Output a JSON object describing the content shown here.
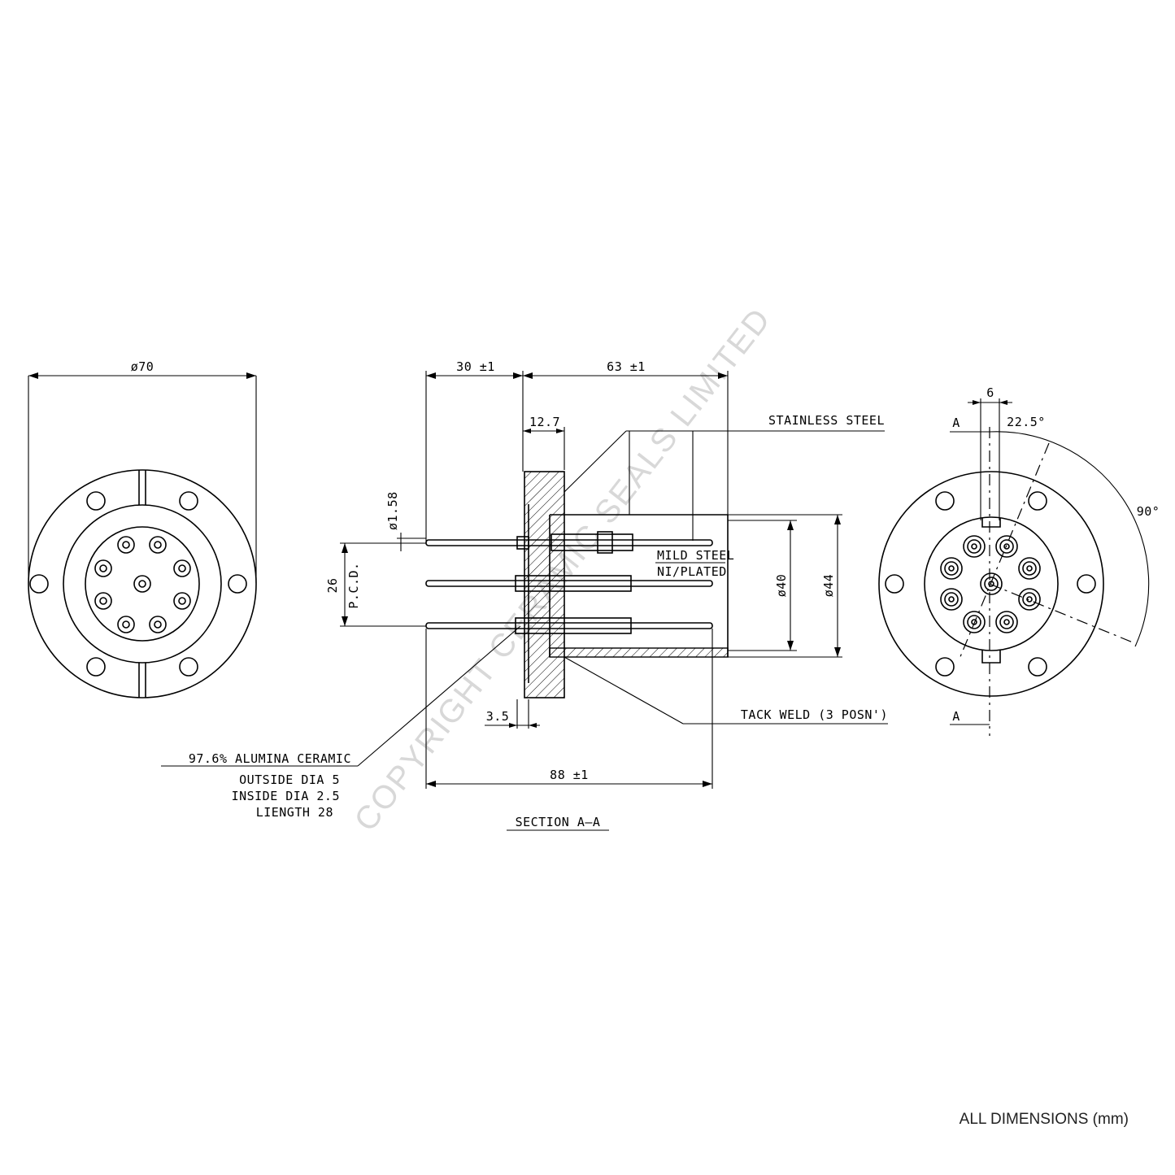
{
  "watermark": "COPYRIGHT CERAMIC SEALS LIMITED",
  "left_view": {
    "diameter_label": "ø70"
  },
  "section": {
    "dim_30": "30 ±1",
    "dim_63": "63 ±1",
    "dim_12_7": "12.7",
    "dim_d158": "ø1.58",
    "dim_26": "26",
    "pcd": "P.C.D.",
    "dim_d40": "ø40",
    "dim_d44": "ø44",
    "dim_3_5": "3.5",
    "dim_88": "88 ±1",
    "stainless_steel": "STAINLESS STEEL",
    "mild_steel": "MILD STEEL",
    "ni_plated": "NI/PLATED",
    "tack_weld": "TACK WELD (3 POSN')",
    "alumina": "97.6% ALUMINA CERAMIC",
    "outside_dia": "OUTSIDE DIA 5",
    "inside_dia": "INSIDE DIA 2.5",
    "length": "LIENGTH  28",
    "title": "SECTION A–A"
  },
  "right_view": {
    "dim_6": "6",
    "angle_22_5": "22.5°",
    "angle_90": "90°",
    "section_mark_top": "A",
    "section_mark_bottom": "A"
  },
  "footer": {
    "units": "ALL DIMENSIONS (mm)"
  }
}
